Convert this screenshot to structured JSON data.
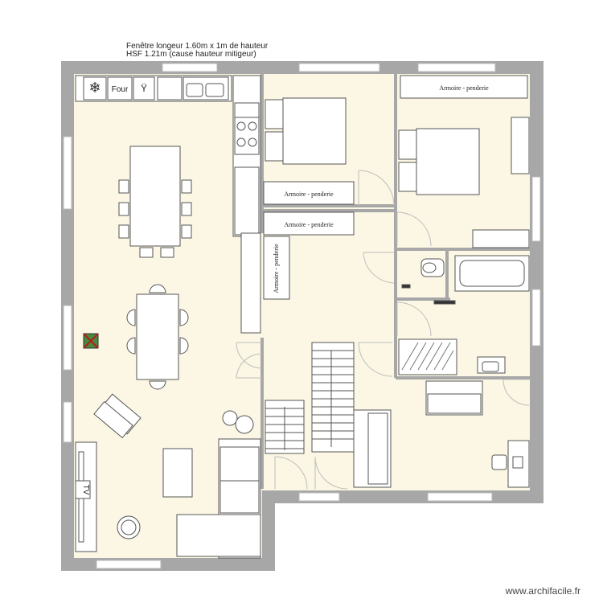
{
  "notes": {
    "window_line": "Fenêtre longeur 1.60m x 1m de hauteur",
    "hsf_line": "HSF 1.21m (cause hauteur mitigeur)"
  },
  "labels": {
    "oven": "Four",
    "wardrobe_top_right": "Armoire - penderie",
    "wardrobe_mid_1": "Armoire - penderie",
    "wardrobe_mid_2": "Armoire - penderie",
    "wardrobe_vertical": "Armoire - penderie",
    "tv": "TV"
  },
  "watermark": "www.archifacile.fr",
  "colors": {
    "floor": "#fbf7e4",
    "wall": "#a7a7a7",
    "window": "#ffffff",
    "plant": "#2e7d32",
    "plant_x": "#b01e1e"
  }
}
